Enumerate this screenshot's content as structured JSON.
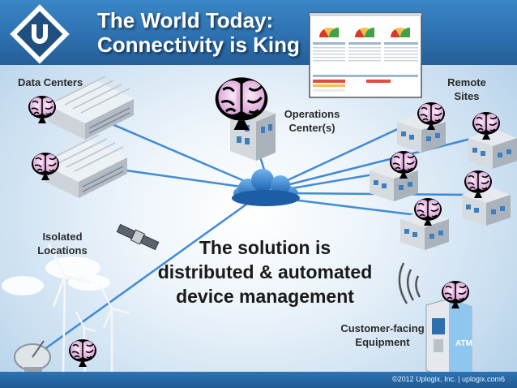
{
  "slide": {
    "title_line1": "The World Today:",
    "title_line2": "Connectivity is King",
    "solution_line1": "The solution is",
    "solution_line2": "distributed & automated",
    "solution_line3": "device management",
    "footer_copyright": "©2012 Uplogix, Inc. | uplogix.com",
    "page_number": "6"
  },
  "labels": {
    "data_centers": "Data Centers",
    "remote_sites_line1": "Remote",
    "remote_sites_line2": "Sites",
    "operations_line1": "Operations",
    "operations_line2": "Center(s)",
    "isolated_line1": "Isolated",
    "isolated_line2": "Locations",
    "customer_line1": "Customer-facing",
    "customer_line2": "Equipment",
    "atm_text": "ATM"
  },
  "colors": {
    "header_blue": "#2c6fae",
    "connection_line": "#2f7fd1",
    "brain_pink": "#e8b6e2",
    "cloud_blue": "#2d7fd0"
  }
}
